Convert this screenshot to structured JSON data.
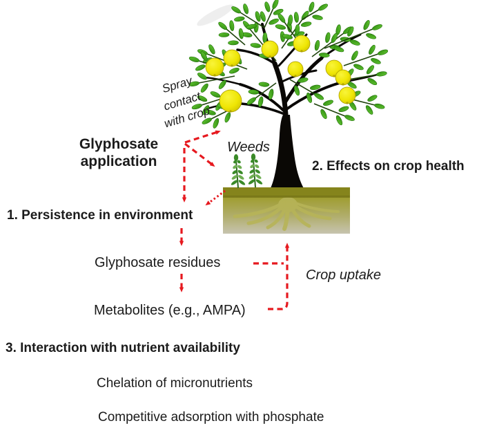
{
  "figure": {
    "application": {
      "label": "Glyphosate\napplication"
    },
    "annotations": {
      "spray_contact": "Spray\ncontact\nwith crop",
      "weeds": "Weeds",
      "crop_uptake": "Crop uptake"
    },
    "sections": {
      "persistence": {
        "label": "1. Persistence in environment",
        "items": [
          "Glyphosate residues",
          "Metabolites (e.g., AMPA)"
        ]
      },
      "crop_health": {
        "label": "2. Effects on crop health"
      },
      "nutrients": {
        "label": "3. Interaction with nutrient availability",
        "items": [
          "Chelation of micronutrients",
          "Competitive adsorption with phosphate"
        ]
      }
    },
    "colors": {
      "arrow_red": "#e6191f",
      "leaf_green": "#3aa015",
      "lemon_yellow": "#f0e70c",
      "soil_band": "#85841c",
      "soil_body": "#a2a034",
      "root_tan": "#b7b458",
      "trunk_black": "#0a0805"
    },
    "icons": [
      "lemon-tree-illustration",
      "weed-plants-illustration",
      "soil-cross-section-illustration",
      "dashed-red-arrows"
    ]
  }
}
